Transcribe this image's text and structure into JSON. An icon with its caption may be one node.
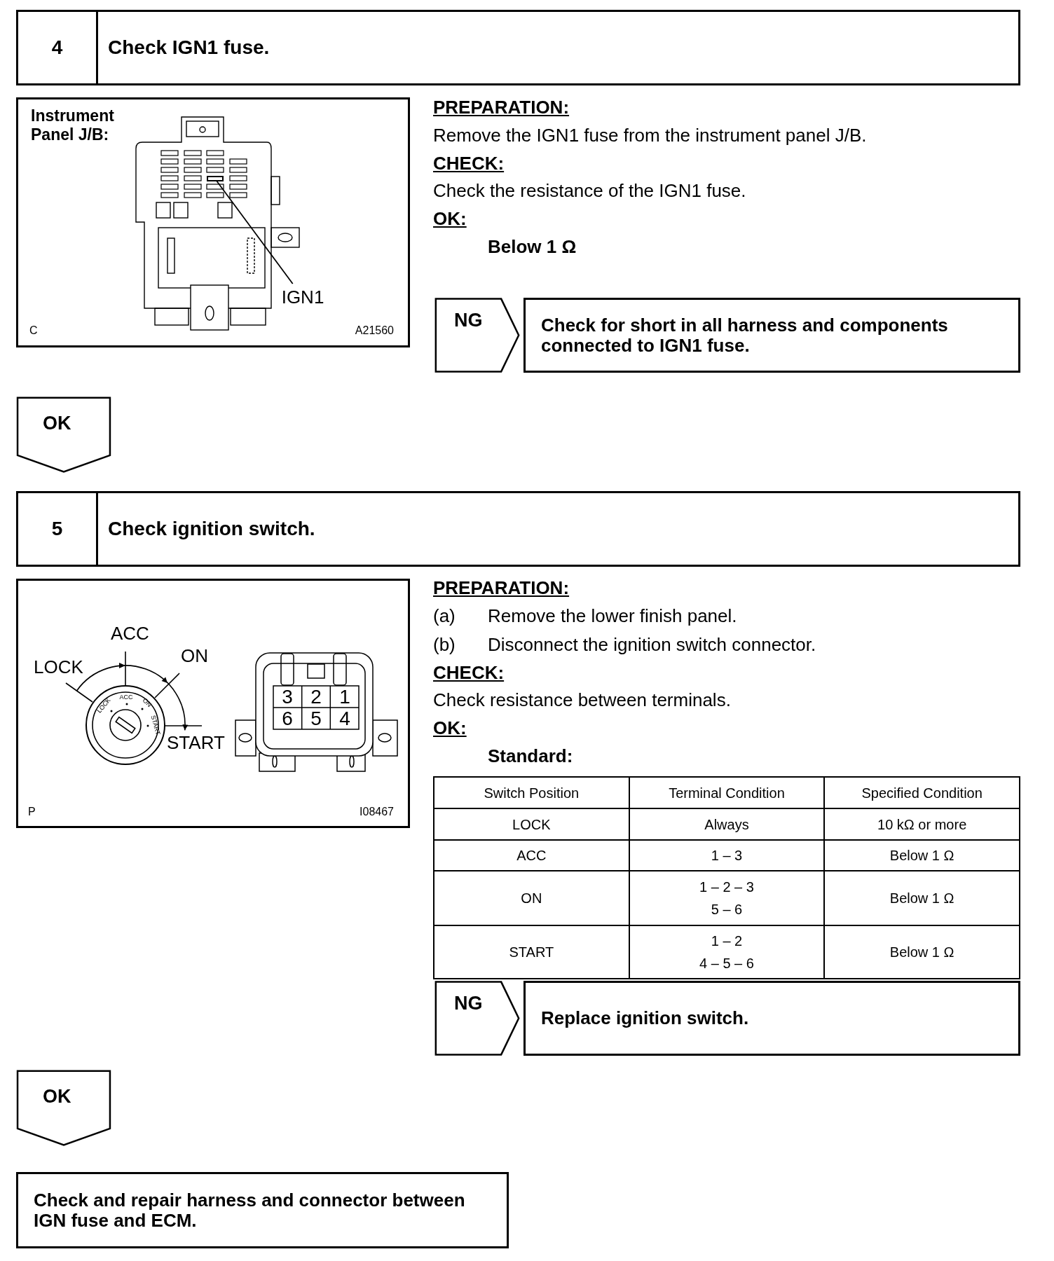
{
  "diagram": {
    "nodes": [
      {
        "text": [
          "4",
          "Check IGN1 fuse."
        ]
      },
      {
        "text": [
          "Instrument Panel J/B:",
          "C",
          "A21560"
        ]
      },
      {
        "text": [
          "IGN1"
        ],
        "in": 1
      },
      {
        "text": [],
        "shape": "box",
        "in": 1
      },
      {
        "text": [
          "NG"
        ]
      },
      {
        "text": [
          "Check for short in all harness and components connected to IGN1 fuse."
        ]
      },
      {
        "text": [
          "OK"
        ]
      },
      {
        "text": [
          "5",
          "Check ignition switch."
        ]
      },
      {
        "text": [
          "P",
          "I08467"
        ]
      },
      {
        "text": [
          "NG"
        ]
      },
      {
        "text": [
          "Replace ignition switch."
        ]
      },
      {
        "text": [
          "OK"
        ]
      },
      {
        "text": [
          "Check and repair harness and connector between IGN fuse and ECM."
        ]
      }
    ],
    "edges": [
      {
        "from": 2,
        "to": 3,
        "arrow": "none"
      }
    ],
    "labels": [
      "PREPARATION:",
      "Remove the IGN1 fuse from the instrument panel J/B.",
      "CHECK:",
      "Check the resistance of the IGN1 fuse.",
      "OK:",
      "Below 1 Ω",
      "ACC",
      "ON",
      "LOCK",
      "LOCK",
      "ACC",
      "ON",
      "START",
      "START",
      "3",
      "2",
      "1",
      "6",
      "5",
      "4",
      "PREPARATION:",
      "(a)",
      "Remove the lower finish panel.",
      "(b)",
      "Disconnect the ignition switch connector.",
      "CHECK:",
      "Check resistance between terminals.",
      "OK:",
      "Standard:",
      "Switch Position",
      "Terminal Condition",
      "Specified Condition",
      "LOCK",
      "Always",
      "10 kΩ or more",
      "ACC",
      "1 – 3",
      "Below 1 Ω",
      "ON",
      "1 – 2 – 3",
      "5 – 6",
      "Below 1 Ω",
      "START",
      "1 – 2",
      "4 – 5 – 6",
      "Below 1 Ω"
    ]
  }
}
